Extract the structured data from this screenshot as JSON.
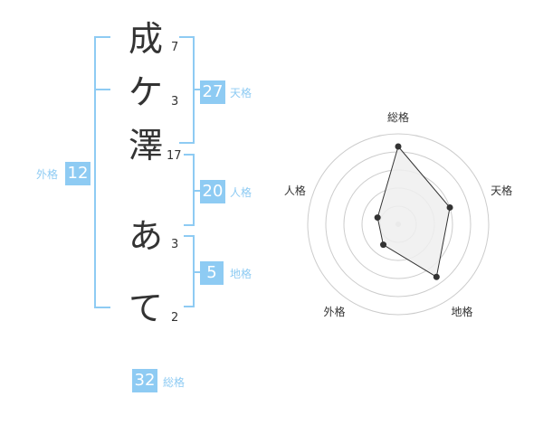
{
  "name_chars": [
    {
      "char": "成",
      "strokes": "7"
    },
    {
      "char": "ケ",
      "strokes": "3"
    },
    {
      "char": "澤",
      "strokes": "17"
    },
    {
      "char": "あ",
      "strokes": "3"
    },
    {
      "char": "て",
      "strokes": "2"
    }
  ],
  "scores": {
    "tenkaku": {
      "value": "27",
      "label": "天格"
    },
    "jinkaku": {
      "value": "20",
      "label": "人格"
    },
    "chikaku": {
      "value": "5",
      "label": "地格"
    },
    "gaikaku": {
      "value": "12",
      "label": "外格"
    },
    "soukaku": {
      "value": "32",
      "label": "総格"
    }
  },
  "colors": {
    "accent": "#8ecbf3",
    "text": "#333333",
    "radar_fill": "#eeeeee",
    "radar_grid": "#cccccc"
  },
  "chart_data": {
    "type": "radar",
    "axes": [
      "総格",
      "天格",
      "地格",
      "外格",
      "人格"
    ],
    "values": [
      4.3,
      3.0,
      3.6,
      1.4,
      1.2
    ],
    "range": [
      0,
      5
    ],
    "rings": 5,
    "grid": true
  }
}
